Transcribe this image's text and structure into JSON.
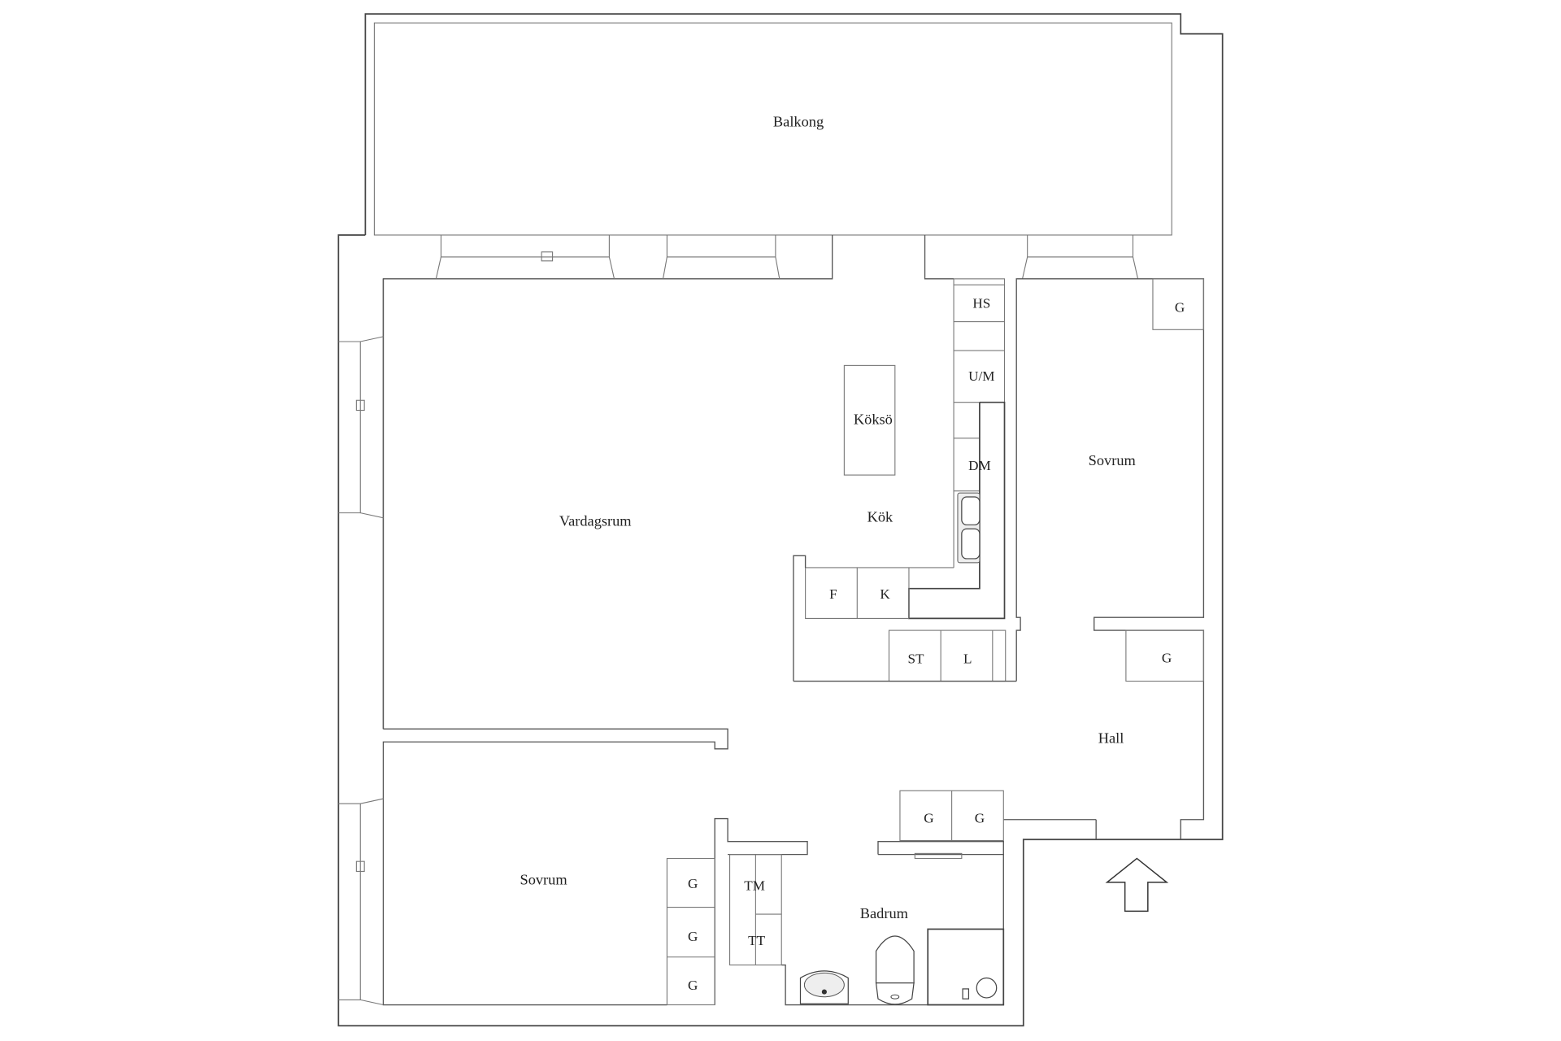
{
  "plan": {
    "rooms": {
      "balkong": "Balkong",
      "vardagsrum": "Vardagsrum",
      "kok": "Kök",
      "koksö": "Köksö",
      "sovrum_right": "Sovrum",
      "sovrum_bottom": "Sovrum",
      "hall": "Hall",
      "badrum": "Badrum"
    },
    "fixtures": {
      "hs": "HS",
      "um": "U/M",
      "dm": "DM",
      "f": "F",
      "k": "K",
      "st": "ST",
      "l": "L",
      "tm": "TM",
      "tt": "TT",
      "garderob": "G"
    },
    "entrance_icon": "arrow-up-icon"
  }
}
